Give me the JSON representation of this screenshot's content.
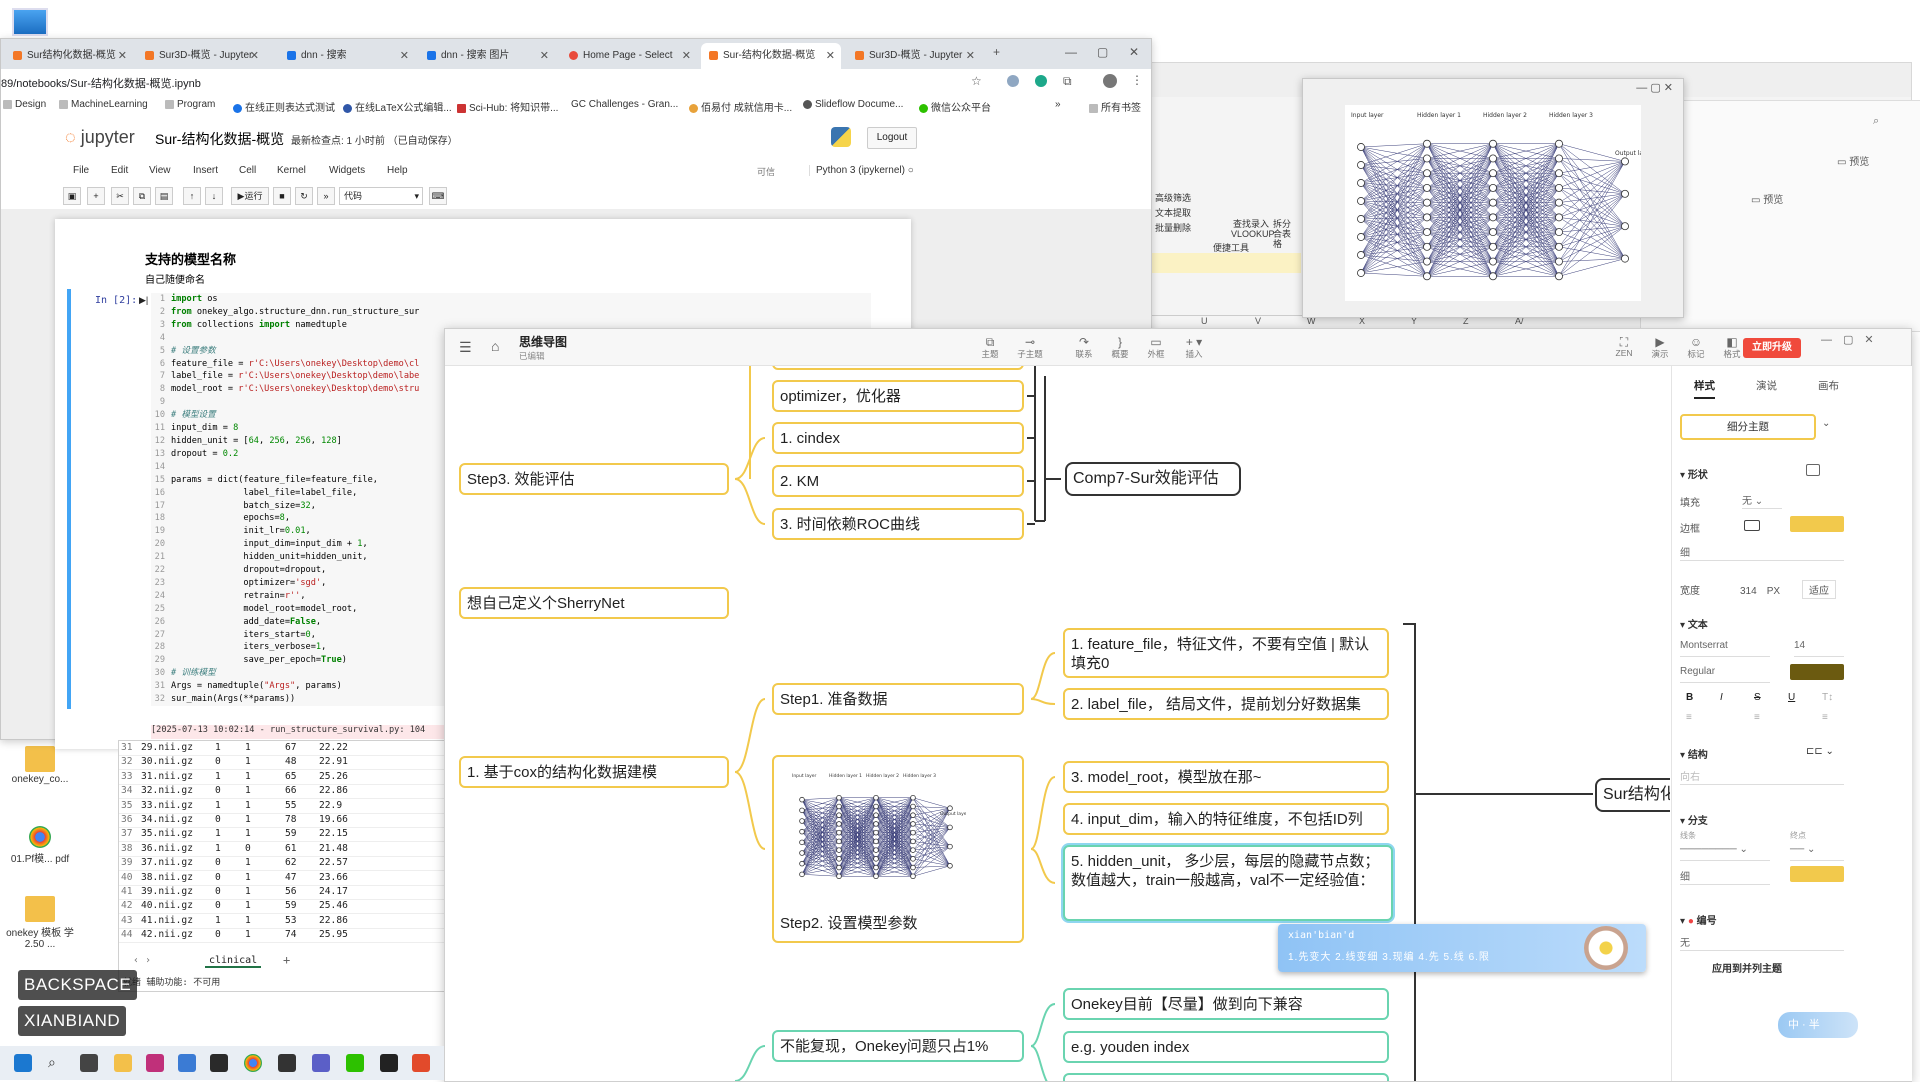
{
  "browser": {
    "tabs": [
      {
        "label": "Sur结构化数据-概览"
      },
      {
        "label": "Sur3D-概览 - Jupyter"
      },
      {
        "label": "dnn - 搜索"
      },
      {
        "label": "dnn - 搜索 图片"
      },
      {
        "label": "Home Page - Select"
      },
      {
        "label": "Sur-结构化数据-概览"
      },
      {
        "label": "Sur3D-概览 - Jupyter"
      }
    ],
    "url": "89/notebooks/Sur-结构化数据-概览.ipynb",
    "bookmarks": [
      "Design",
      "MachineLearning",
      "Program",
      "在线正则表达式测试",
      "在线LaTeX公式编辑...",
      "Sci-Hub: 将知识带...",
      "Challenges - Gran...",
      "佰易付 成就信用卡...",
      "Slideflow Docume...",
      "微信公众平台"
    ],
    "bookmark_more": "»",
    "bookmark_folder": "所有书签",
    "colors": {
      "jupyter_orange": "#f37726",
      "cell_blue": "#42a5f5"
    }
  },
  "jupyter": {
    "logo": "jupyter",
    "title": "Sur-结构化数据-概览",
    "checkpoint": "最新检查点: 1 小时前  （已自动保存）",
    "logout": "Logout",
    "menu": [
      "File",
      "Edit",
      "View",
      "Insert",
      "Cell",
      "Kernel",
      "Widgets",
      "Help"
    ],
    "trusted": "可信",
    "kernel": "Python 3 (ipykernel)",
    "run_label": "运行",
    "cell_type": "代码",
    "md_heading": "支持的模型名称",
    "md_text": "自己随便命名",
    "prompt": "In  [2]:",
    "error_line": "[2025-07-13 10:02:14 - run_structure_survival.py: 104"
  },
  "excel": {
    "rows": [
      [
        "31",
        "29.nii.gz",
        "1",
        "1",
        "67",
        "22.22"
      ],
      [
        "32",
        "30.nii.gz",
        "0",
        "1",
        "48",
        "22.91"
      ],
      [
        "33",
        "31.nii.gz",
        "1",
        "1",
        "65",
        "25.26"
      ],
      [
        "34",
        "32.nii.gz",
        "0",
        "1",
        "66",
        "22.86"
      ],
      [
        "35",
        "33.nii.gz",
        "1",
        "1",
        "55",
        "22.9"
      ],
      [
        "36",
        "34.nii.gz",
        "0",
        "1",
        "78",
        "19.66"
      ],
      [
        "37",
        "35.nii.gz",
        "1",
        "1",
        "59",
        "22.15"
      ],
      [
        "38",
        "36.nii.gz",
        "1",
        "0",
        "61",
        "21.48"
      ],
      [
        "39",
        "37.nii.gz",
        "0",
        "1",
        "62",
        "22.57"
      ],
      [
        "40",
        "38.nii.gz",
        "0",
        "1",
        "47",
        "23.66"
      ],
      [
        "41",
        "39.nii.gz",
        "0",
        "1",
        "56",
        "24.17"
      ],
      [
        "42",
        "40.nii.gz",
        "0",
        "1",
        "59",
        "25.46"
      ],
      [
        "43",
        "41.nii.gz",
        "1",
        "1",
        "53",
        "22.86"
      ],
      [
        "44",
        "42.nii.gz",
        "0",
        "1",
        "74",
        "25.95"
      ]
    ],
    "sheet": "clinical",
    "status": "就绪    辅助功能: 不可用"
  },
  "ribbon": {
    "items": [
      "高级筛选",
      "文本提取",
      "批量删除",
      "查找录入 VLOOKUP",
      "拆分合表格",
      "便捷工具"
    ],
    "columns": [
      "U",
      "V",
      "W",
      "X",
      "Y",
      "Z",
      "A/"
    ]
  },
  "side_windows": {
    "preview1": "预览",
    "preview2": "预览"
  },
  "nn_image": {
    "labels": [
      "Input layer",
      "Hidden layer 1",
      "Hidden layer 2",
      "Hidden layer 3",
      "Output layer"
    ]
  },
  "mindmap": {
    "title": "思维导图",
    "subtitle": "已编辑",
    "toolbar": [
      "主题",
      "子主题",
      "联系",
      "概要",
      "外框",
      "插入"
    ],
    "toolbar_right": [
      "ZEN",
      "演示",
      "标记",
      "格式"
    ],
    "upgrade": "立即升级",
    "nodes": {
      "optimizer": "optimizer，优化器",
      "cindex": "1. cindex",
      "km": "2. KM",
      "roc": "3. 时间依赖ROC曲线",
      "step3": "Step3. 效能评估",
      "comp7": "Comp7-Sur效能评估",
      "sherry": "想自己定义个SherryNet",
      "cox": "1. 基于cox的结构化数据建模",
      "step1": "Step1. 准备数据",
      "feature_file": "1. feature_file，特征文件，不要有空值 | 默认填充0",
      "label_file": "2. label_file， 结局文件，提前划分好数据集",
      "step2": "Step2. 设置模型参数",
      "model_root": "3. model_root，模型放在那~",
      "input_dim": "4. input_dim，输入的特征维度，不包括ID列",
      "hidden_unit": "5. hidden_unit， 多少层，每层的隐藏节点数；数值越大，train一般越高，val不一定经验值：",
      "sur_root": "Sur结构化",
      "compat": "Onekey目前【尽量】做到向下兼容",
      "youden": "e.g. youden index",
      "reproduce": "不能复现，Onekey问题只占1%"
    },
    "colors": {
      "yellow_border": "#f2c94c",
      "green_border": "#6ad4b0",
      "upgrade_red": "#f04a3c"
    }
  },
  "panel": {
    "tabs": [
      "样式",
      "演说",
      "画布"
    ],
    "topic_style": "细分主题",
    "shape_section": "形状",
    "fill_label": "填充",
    "fill_value": "无",
    "border_label": "边框",
    "border_weight": "细",
    "width_label": "宽度",
    "width_value": "314",
    "width_unit": "PX",
    "width_fit": "适应",
    "text_section": "文本",
    "font": "Montserrat",
    "font_size": "14",
    "font_weight": "Regular",
    "format_buttons": [
      "B",
      "I",
      "S",
      "U",
      "T↕"
    ],
    "structure_section": "结构",
    "structure_value": "向右",
    "branch_section": "分支",
    "line_label": "线条",
    "end_label": "终点",
    "branch_weight": "细",
    "numbering_section": "编号",
    "numbering_value": "无",
    "apply_all": "应用到并列主题",
    "colors": {
      "border_swatch": "#f2c94c",
      "text_swatch": "#6b5a10",
      "branch_swatch": "#f2c94c"
    }
  },
  "ime": {
    "pinyin": "xian'bian'd",
    "candidates": "1.先变大  2.线变细  3.现编  4.先  5.线  6.限"
  },
  "overlays": {
    "key1": "BACKSPACE",
    "key2": "XIANBIAND",
    "mini_ime": "中 · 半"
  },
  "desktop_icons": [
    {
      "label": "onekey_co..."
    },
    {
      "label": "01.Pf模... pdf"
    },
    {
      "label": "onekey 模板 学 2.50 ..."
    }
  ]
}
